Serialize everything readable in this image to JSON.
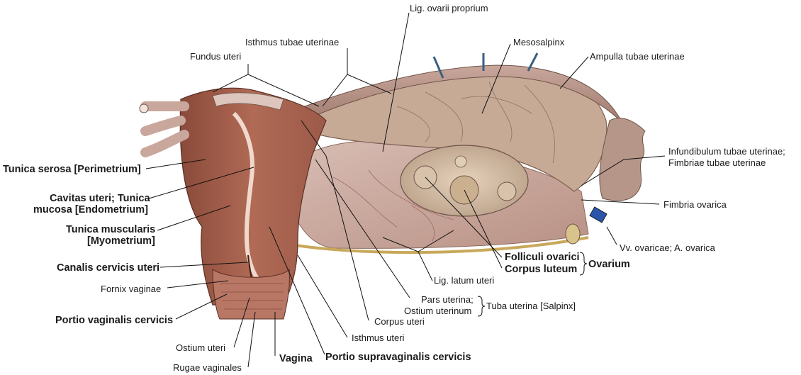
{
  "labels": {
    "lig_ovarii_proprium": "Lig. ovarii proprium",
    "isthmus_tubae": "Isthmus tubae uterinae",
    "fundus_uteri": "Fundus uteri",
    "mesosalpinx": "Mesosalpinx",
    "ampulla": "Ampulla tubae uterinae",
    "infundibulum_1": "Infundibulum tubae uterinae;",
    "infundibulum_2": "Fimbriae tubae uterinae",
    "tunica_serosa": "Tunica serosa [Perimetrium]",
    "cavitas_1": "Cavitas uteri; Tunica",
    "cavitas_2": "mucosa [Endometrium]",
    "fimbria_ovarica": "Fimbria ovarica",
    "tunica_muscularis_1": "Tunica muscularis",
    "tunica_muscularis_2": "[Myometrium]",
    "vv_ovaricae": "Vv. ovaricae; A. ovarica",
    "canalis_cervicis": "Canalis cervicis uteri",
    "folliculi": "Folliculi ovarici",
    "corpus_luteum": "Corpus luteum",
    "ovarium": "Ovarium",
    "fornix_vaginae": "Fornix vaginae",
    "lig_latum": "Lig. latum uteri",
    "pars_uterina": "Pars uterina;",
    "ostium_uterinum": "Ostium uterinum",
    "tuba_uterina": "Tuba uterina [Salpinx]",
    "portio_vaginalis": "Portio vaginalis cervicis",
    "corpus_uteri": "Corpus uteri",
    "isthmus_uteri": "Isthmus uteri",
    "ostium_uteri": "Ostium uteri",
    "vagina": "Vagina",
    "portio_supravaginalis": "Portio supravaginalis cervicis",
    "rugae_vaginales": "Rugae vaginales"
  }
}
